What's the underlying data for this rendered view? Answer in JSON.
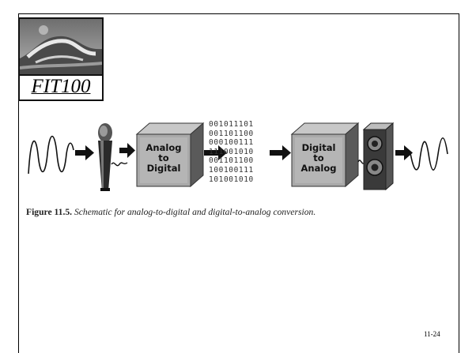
{
  "slide": {
    "logo_text": "FIT100",
    "page_number": "11-24"
  },
  "figure": {
    "adc_label": [
      "Analog",
      "to",
      "Digital"
    ],
    "dac_label": [
      "Digital",
      "to",
      "Analog"
    ],
    "binary_lines": [
      "001011101",
      "001101100",
      "000100111",
      "111001010",
      "001101100",
      "100100111",
      "101001010"
    ],
    "caption_label": "Figure 11.5.",
    "caption_text": "Schematic for analog-to-digital and digital-to-analog conversion.",
    "icons": [
      "sine-wave-input",
      "arrow",
      "microphone-icon",
      "adc-cube",
      "binary-stream",
      "dac-cube",
      "speaker-icon",
      "sine-wave-output"
    ]
  }
}
